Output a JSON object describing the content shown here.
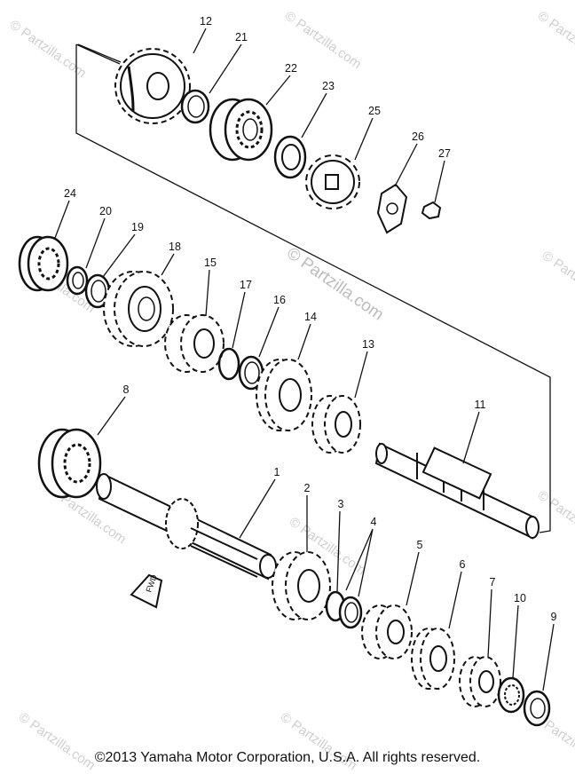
{
  "diagram": {
    "part_numbers": [
      "1",
      "2",
      "3",
      "4",
      "5",
      "6",
      "7",
      "8",
      "9",
      "10",
      "11",
      "12",
      "13",
      "14",
      "15",
      "16",
      "17",
      "18",
      "19",
      "20",
      "21",
      "22",
      "23",
      "24",
      "25",
      "26",
      "27"
    ],
    "fwd_arrow_label": "FWD",
    "watermark_text": "© Partzilla.com"
  },
  "footer": {
    "copyright": "©2013  Yamaha Motor Corporation, U.S.A. All rights reserved."
  }
}
